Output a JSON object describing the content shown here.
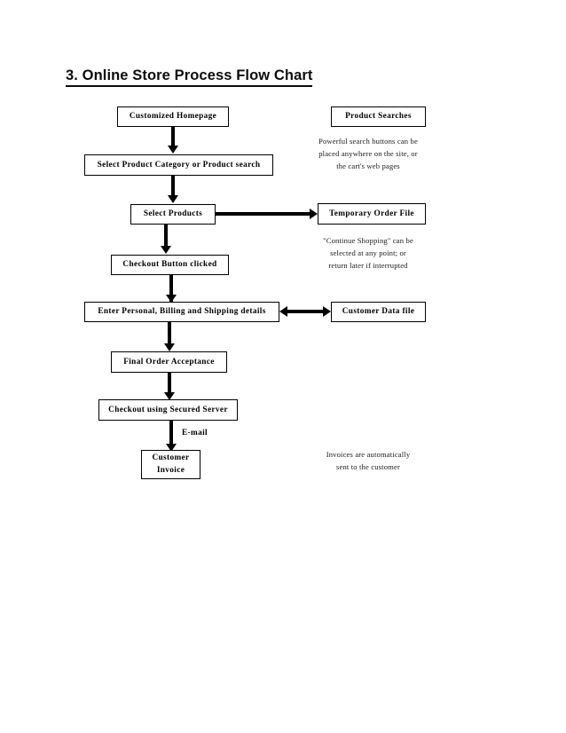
{
  "document": {
    "title": "3. Online Store Process Flow Chart"
  },
  "chart_data": {
    "type": "diagram",
    "title": "3. Online Store Process Flow Chart",
    "diagram_kind": "flowchart",
    "nodes": [
      {
        "id": "customized-homepage",
        "label": "Customized Homepage",
        "column": "main"
      },
      {
        "id": "select-product-category",
        "label": "Select Product Category or Product search",
        "column": "main"
      },
      {
        "id": "select-products",
        "label": "Select Products",
        "column": "main"
      },
      {
        "id": "checkout-button-clicked",
        "label": "Checkout Button clicked",
        "column": "main"
      },
      {
        "id": "enter-personal-billing-shipping",
        "label": "Enter Personal, Billing and Shipping details",
        "column": "main"
      },
      {
        "id": "final-order-acceptance",
        "label": "Final Order Acceptance",
        "column": "main"
      },
      {
        "id": "checkout-secured-server",
        "label": "Checkout using Secured Server",
        "column": "main"
      },
      {
        "id": "customer-invoice",
        "label_line1": "Customer",
        "label_line2": "Invoice",
        "label": "Customer Invoice",
        "column": "main"
      },
      {
        "id": "product-searches",
        "label": "Product Searches",
        "column": "right"
      },
      {
        "id": "temporary-order-file",
        "label": "Temporary Order File",
        "column": "right"
      },
      {
        "id": "customer-data-file",
        "label": "Customer Data file",
        "column": "right"
      }
    ],
    "edges": [
      {
        "from": "customized-homepage",
        "to": "select-product-category",
        "direction": "down",
        "label": ""
      },
      {
        "from": "select-product-category",
        "to": "select-products",
        "direction": "down",
        "label": ""
      },
      {
        "from": "select-products",
        "to": "checkout-button-clicked",
        "direction": "down",
        "label": ""
      },
      {
        "from": "select-products",
        "to": "temporary-order-file",
        "direction": "right",
        "label": ""
      },
      {
        "from": "checkout-button-clicked",
        "to": "enter-personal-billing-shipping",
        "direction": "down",
        "label": ""
      },
      {
        "from": "enter-personal-billing-shipping",
        "to": "customer-data-file",
        "direction": "bidirectional",
        "label": ""
      },
      {
        "from": "enter-personal-billing-shipping",
        "to": "final-order-acceptance",
        "direction": "down",
        "label": ""
      },
      {
        "from": "final-order-acceptance",
        "to": "checkout-secured-server",
        "direction": "down",
        "label": ""
      },
      {
        "from": "checkout-secured-server",
        "to": "customer-invoice",
        "direction": "down",
        "label": "E-mail"
      }
    ],
    "edge_labels": [
      {
        "id": "email-label",
        "text": "E-mail"
      }
    ],
    "annotations": [
      {
        "id": "search-note",
        "text": "Powerful search buttons can be placed anywhere on the site, or the cart's web pages",
        "near": "product-searches"
      },
      {
        "id": "continue-shopping-note",
        "text": "\"Continue Shopping\" can be selected at any point; or return later if interrupted",
        "near": "temporary-order-file"
      },
      {
        "id": "invoice-note",
        "text": "Invoices are automatically sent to the customer",
        "near": "customer-invoice"
      }
    ]
  },
  "nodes": {
    "customized_homepage": "Customized Homepage",
    "select_product_category": "Select Product Category or Product search",
    "select_products": "Select Products",
    "checkout_button_clicked": "Checkout Button clicked",
    "enter_personal_billing_shipping": "Enter Personal, Billing and Shipping details",
    "final_order_acceptance": "Final Order Acceptance",
    "checkout_secured_server": "Checkout using Secured Server",
    "customer_invoice_line1": "Customer",
    "customer_invoice_line2": "Invoice",
    "product_searches": "Product Searches",
    "temporary_order_file": "Temporary Order File",
    "customer_data_file": "Customer Data file"
  },
  "labels": {
    "email": "E-mail"
  },
  "annotations": {
    "search_note_line1": "Powerful search buttons can be",
    "search_note_line2": "placed anywhere on the site, or",
    "search_note_line3": "the cart's web pages",
    "continue_note_line1": "\"Continue Shopping\" can be",
    "continue_note_line2": "selected at any point; or",
    "continue_note_line3": "return later if interrupted",
    "invoice_note_line1": "Invoices are automatically",
    "invoice_note_line2": "sent to the customer"
  },
  "colors": {
    "ink": "#000000",
    "page_background": "#ffffff",
    "annotation_text": "#1a1a1a"
  }
}
